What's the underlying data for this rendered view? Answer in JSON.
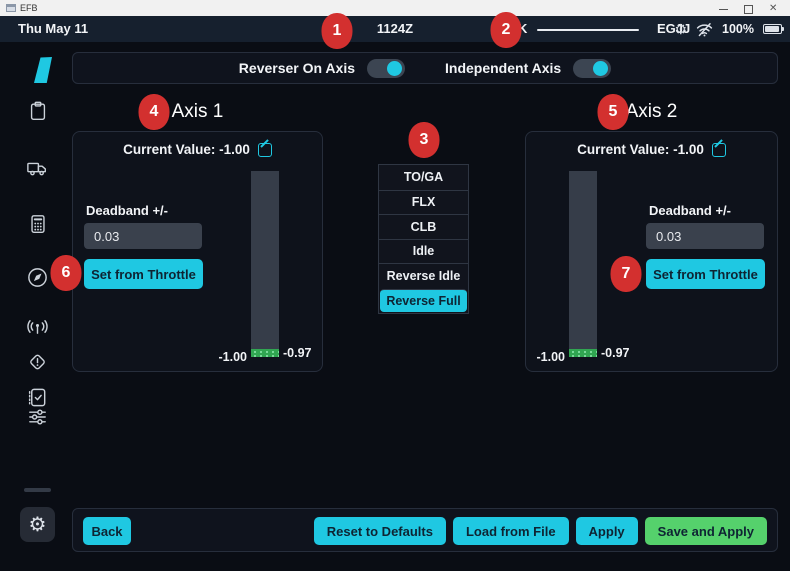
{
  "window": {
    "title": "EFB"
  },
  "statusbar": {
    "date": "Thu May 11",
    "time": "1124Z",
    "origin_partial": "K",
    "destination": "EGJJ",
    "battery_pct": "100%",
    "icons": [
      "gear-icon",
      "wifi-off-icon",
      "battery-icon"
    ]
  },
  "toggle_bar": {
    "reverser_label": "Reverser On Axis",
    "reverser_on": true,
    "independent_label": "Independent Axis",
    "independent_on": true
  },
  "detents": {
    "items": [
      "TO/GA",
      "FLX",
      "CLB",
      "Idle",
      "Reverse Idle",
      "Reverse Full"
    ],
    "selected_index": 5,
    "selected_label": "Reverse Full"
  },
  "axis1": {
    "title": "Axis 1",
    "current_value_label": "Current Value: -1.00",
    "deadband_label": "Deadband +/-",
    "deadband_value": "0.03",
    "set_from_throttle_label": "Set from Throttle",
    "bar_bottom_left_label": "-1.00",
    "bar_bottom_right_label": "-0.97"
  },
  "axis2": {
    "title": "Axis 2",
    "current_value_label": "Current Value: -1.00",
    "deadband_label": "Deadband +/-",
    "deadband_value": "0.03",
    "set_from_throttle_label": "Set from Throttle",
    "bar_bottom_left_label": "-1.00",
    "bar_bottom_right_label": "-0.97"
  },
  "footer": {
    "back_label": "Back",
    "reset_label": "Reset to Defaults",
    "load_label": "Load from File",
    "apply_label": "Apply",
    "save_label": "Save and Apply"
  },
  "sidebar": {
    "icons": [
      "clipboard",
      "truck",
      "calculator",
      "compass",
      "antenna",
      "warning",
      "notebook",
      "sliders"
    ],
    "bottom_icon": "gear"
  },
  "annotations": [
    {
      "label": "1"
    },
    {
      "label": "2"
    },
    {
      "label": "3"
    },
    {
      "label": "4"
    },
    {
      "label": "5"
    },
    {
      "label": "6"
    },
    {
      "label": "7"
    }
  ],
  "colors": {
    "accent_cyan": "#1fc8e2",
    "confirm_green": "#55d16c",
    "annotation_red": "#d3302f",
    "deadband_green": "#31a652",
    "statusbar_bg": "#16202e"
  }
}
